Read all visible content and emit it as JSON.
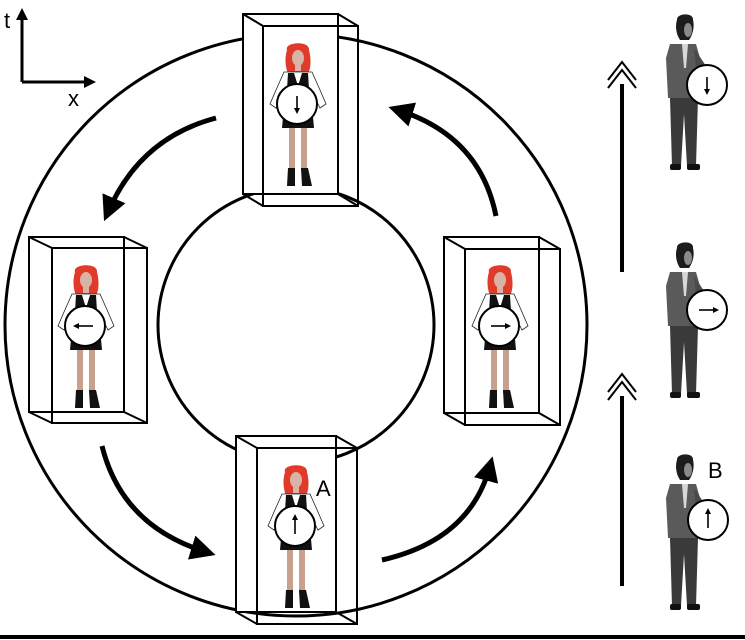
{
  "axes": {
    "t_label": "t",
    "x_label": "x"
  },
  "labels": {
    "observer_a": "A",
    "observer_b": "B"
  },
  "ring": {
    "rotation": "counterclockwise",
    "stations": [
      {
        "name": "top",
        "clock_hand": "down"
      },
      {
        "name": "left",
        "clock_hand": "left"
      },
      {
        "name": "bottom",
        "clock_hand": "up",
        "label": "A"
      },
      {
        "name": "right",
        "clock_hand": "right"
      }
    ]
  },
  "timeline": {
    "direction": "up",
    "figures": [
      {
        "name": "top",
        "clock_hand": "down"
      },
      {
        "name": "middle",
        "clock_hand": "right"
      },
      {
        "name": "bottom",
        "clock_hand": "up",
        "label": "B"
      }
    ]
  },
  "colors": {
    "line": "#000000",
    "hair": "#e03a2a",
    "skin": "#c8a08e",
    "suit": "#5a5a5a",
    "suit_dark": "#2e2e2e"
  }
}
